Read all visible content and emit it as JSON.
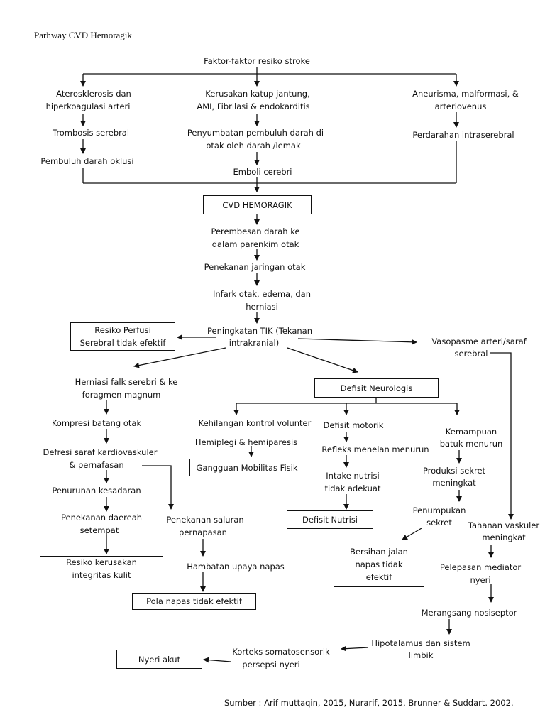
{
  "title": "Parhway CVD Hemoragik",
  "nodes": {
    "faktor": "Faktor-faktor resiko stroke",
    "ateros1": "Aterosklerosis dan",
    "ateros2": "hiperkoagulasi arteri",
    "trombosis": "Trombosis serebral",
    "oklusi": "Pembuluh darah oklusi",
    "katup1": "Kerusakan katup jantung,",
    "katup2": "AMI, Fibrilasi & endokarditis",
    "sumbat1": "Penyumbatan pembuluh darah di",
    "sumbat2": "otak oleh darah /lemak",
    "emboli": "Emboli cerebri",
    "aneur1": "Aneurisma, malformasi, &",
    "aneur2": "arteriovenus",
    "perdarahan": "Perdarahan intraserebral",
    "cvd": "CVD HEMORAGIK",
    "perembesan1": "Perembesan darah ke",
    "perembesan2": "dalam parenkim otak",
    "penekanan": "Penekanan jaringan otak",
    "infark1": "Infark otak, edema, dan",
    "infark2": "herniasi",
    "tik1": "Peningkatan TIK (Tekanan",
    "tik2": "intrakranial)",
    "perfusi1": "Resiko Perfusi",
    "perfusi2": "Serebral tidak efektif",
    "vaso1": "Vasopasme arteri/saraf",
    "vaso2": "serebral",
    "herniasi1": "Herniasi falk serebri & ke",
    "herniasi2": "foragmen magnum",
    "neuro": "Defisit Neurologis",
    "kompresi": "Kompresi batang otak",
    "defresi1": "Defresi saraf kardiovaskuler",
    "defresi2": "& pernafasan",
    "kesadaran": "Penurunan kesadaran",
    "setempat1": "Penekanan daereah",
    "setempat2": "setempat",
    "kulit1": "Resiko kerusakan",
    "kulit2": "integritas kulit",
    "saluran1": "Penekanan saluran",
    "saluran2": "pernapasan",
    "hambatan": "Hambatan upaya napas",
    "pola": "Pola napas tidak efektif",
    "kontrol": "Kehilangan kontrol volunter",
    "hemiplegi": "Hemiplegi & hemiparesis",
    "mobilitas": "Gangguan Mobilitas Fisik",
    "motorik": "Defisit motorik",
    "refleks": "Refleks menelan menurun",
    "intake1": "Intake nutrisi",
    "intake2": "tidak adekuat",
    "nutrisi": "Defisit Nutrisi",
    "batuk1": "Kemampuan",
    "batuk2": "batuk menurun",
    "sekret1": "Produksi sekret",
    "sekret2": "meningkat",
    "tumpuk1": "Penumpukan",
    "tumpuk2": "sekret",
    "jalan1": "Bersihan jalan",
    "jalan2": "napas tidak",
    "jalan3": "efektif",
    "tahanan1": "Tahanan vaskuler",
    "tahanan2": "meningkat",
    "mediator1": "Pelepasan mediator",
    "mediator2": "nyeri",
    "nosiseptor": "Merangsang nosiseptor",
    "hipo1": "Hipotalamus dan sistem",
    "hipo2": "limbik",
    "korteks1": "Korteks somatosensorik",
    "korteks2": "persepsi nyeri",
    "nyeri": "Nyeri akut"
  },
  "source": "Sumber : Arif muttaqin, 2015, Nurarif, 2015, Brunner & Suddart. 2002."
}
